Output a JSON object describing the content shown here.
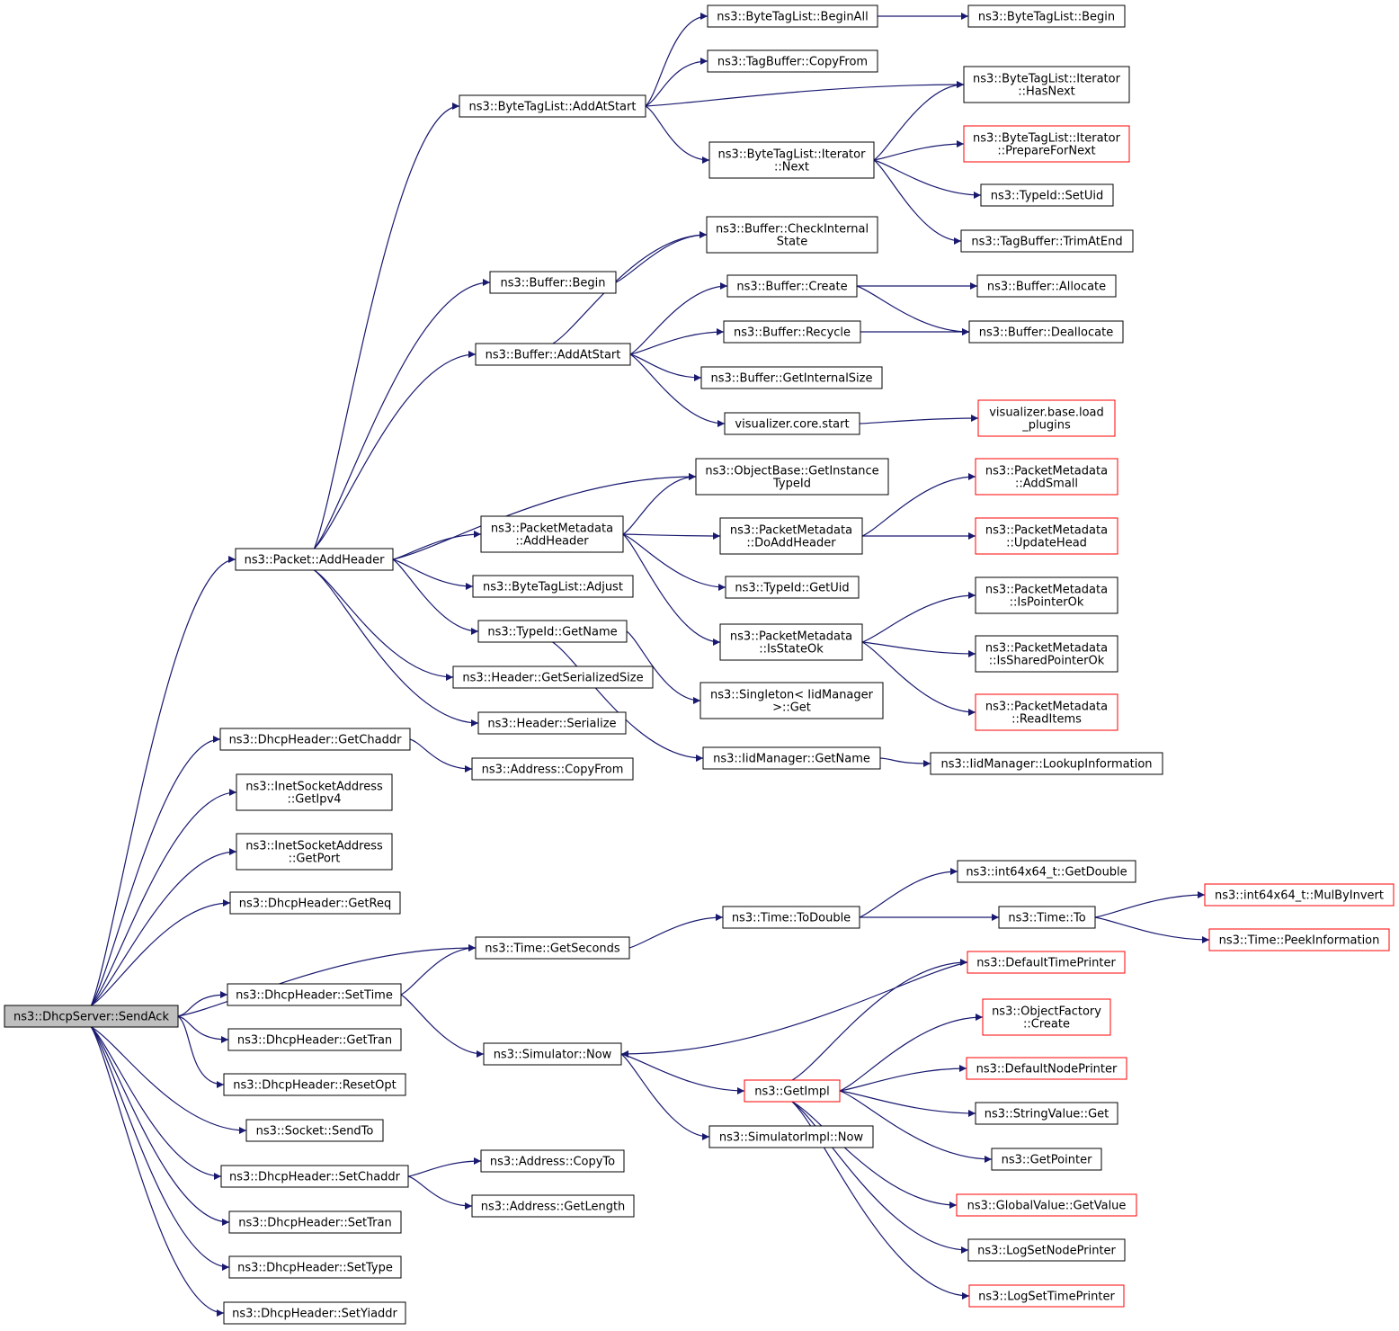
{
  "colors": {
    "edge": "#191970",
    "border": "#000000",
    "border_truncated": "#ff0000",
    "root_fill": "#bfbfbf",
    "fill": "#ffffff"
  },
  "nodes": [
    {
      "id": "sendack",
      "lines": [
        "ns3::DhcpServer::SendAck"
      ],
      "style": "root"
    },
    {
      "id": "bytetaglist_beginall",
      "lines": [
        "ns3::ByteTagList::BeginAll"
      ],
      "style": "normal"
    },
    {
      "id": "bytetaglist_begin",
      "lines": [
        "ns3::ByteTagList::Begin"
      ],
      "style": "normal"
    },
    {
      "id": "tagbuffer_copyfrom",
      "lines": [
        "ns3::TagBuffer::CopyFrom"
      ],
      "style": "normal"
    },
    {
      "id": "bytetaglist_addatstart",
      "lines": [
        "ns3::ByteTagList::AddAtStart"
      ],
      "style": "normal"
    },
    {
      "id": "iterator_hasnext",
      "lines": [
        "ns3::ByteTagList::Iterator",
        "::HasNext"
      ],
      "style": "normal"
    },
    {
      "id": "iterator_next",
      "lines": [
        "ns3::ByteTagList::Iterator",
        "::Next"
      ],
      "style": "normal"
    },
    {
      "id": "iterator_preparefornext",
      "lines": [
        "ns3::ByteTagList::Iterator",
        "::PrepareForNext"
      ],
      "style": "truncated"
    },
    {
      "id": "typeid_setuid",
      "lines": [
        "ns3::TypeId::SetUid"
      ],
      "style": "normal"
    },
    {
      "id": "tagbuffer_trimatend",
      "lines": [
        "ns3::TagBuffer::TrimAtEnd"
      ],
      "style": "normal"
    },
    {
      "id": "buffer_checkinternalstate",
      "lines": [
        "ns3::Buffer::CheckInternal",
        "State"
      ],
      "style": "normal"
    },
    {
      "id": "buffer_begin",
      "lines": [
        "ns3::Buffer::Begin"
      ],
      "style": "normal"
    },
    {
      "id": "buffer_create",
      "lines": [
        "ns3::Buffer::Create"
      ],
      "style": "normal"
    },
    {
      "id": "buffer_allocate",
      "lines": [
        "ns3::Buffer::Allocate"
      ],
      "style": "normal"
    },
    {
      "id": "buffer_recycle",
      "lines": [
        "ns3::Buffer::Recycle"
      ],
      "style": "normal"
    },
    {
      "id": "buffer_deallocate",
      "lines": [
        "ns3::Buffer::Deallocate"
      ],
      "style": "normal"
    },
    {
      "id": "buffer_addatstart",
      "lines": [
        "ns3::Buffer::AddAtStart"
      ],
      "style": "normal"
    },
    {
      "id": "buffer_getinternalsize",
      "lines": [
        "ns3::Buffer::GetInternalSize"
      ],
      "style": "normal"
    },
    {
      "id": "vis_core_start",
      "lines": [
        "visualizer.core.start"
      ],
      "style": "normal"
    },
    {
      "id": "vis_base_load_plugins",
      "lines": [
        "visualizer.base.load",
        "_plugins"
      ],
      "style": "truncated"
    },
    {
      "id": "objectbase_getinstancetypeid",
      "lines": [
        "ns3::ObjectBase::GetInstance",
        "TypeId"
      ],
      "style": "normal"
    },
    {
      "id": "packetmetadata_addsmall",
      "lines": [
        "ns3::PacketMetadata",
        "::AddSmall"
      ],
      "style": "truncated"
    },
    {
      "id": "packetmetadata_addheader",
      "lines": [
        "ns3::PacketMetadata",
        "::AddHeader"
      ],
      "style": "normal"
    },
    {
      "id": "packetmetadata_doaddheader",
      "lines": [
        "ns3::PacketMetadata",
        "::DoAddHeader"
      ],
      "style": "normal"
    },
    {
      "id": "packetmetadata_updatehead",
      "lines": [
        "ns3::PacketMetadata",
        "::UpdateHead"
      ],
      "style": "truncated"
    },
    {
      "id": "packet_addheader",
      "lines": [
        "ns3::Packet::AddHeader"
      ],
      "style": "normal"
    },
    {
      "id": "bytetaglist_adjust",
      "lines": [
        "ns3::ByteTagList::Adjust"
      ],
      "style": "normal"
    },
    {
      "id": "typeid_getuid",
      "lines": [
        "ns3::TypeId::GetUid"
      ],
      "style": "normal"
    },
    {
      "id": "packetmetadata_ispointerok",
      "lines": [
        "ns3::PacketMetadata",
        "::IsPointerOk"
      ],
      "style": "normal"
    },
    {
      "id": "typeid_getname",
      "lines": [
        "ns3::TypeId::GetName"
      ],
      "style": "normal"
    },
    {
      "id": "packetmetadata_isstateok",
      "lines": [
        "ns3::PacketMetadata",
        "::IsStateOk"
      ],
      "style": "normal"
    },
    {
      "id": "packetmetadata_issharedpointerok",
      "lines": [
        "ns3::PacketMetadata",
        "::IsSharedPointerOk"
      ],
      "style": "normal"
    },
    {
      "id": "header_getserializedsize",
      "lines": [
        "ns3::Header::GetSerializedSize"
      ],
      "style": "normal"
    },
    {
      "id": "singleton_get",
      "lines": [
        "ns3::Singleton< IidManager",
        ">::Get"
      ],
      "style": "normal"
    },
    {
      "id": "packetmetadata_readitems",
      "lines": [
        "ns3::PacketMetadata",
        "::ReadItems"
      ],
      "style": "truncated"
    },
    {
      "id": "header_serialize",
      "lines": [
        "ns3::Header::Serialize"
      ],
      "style": "normal"
    },
    {
      "id": "dhcpheader_getchaddr",
      "lines": [
        "ns3::DhcpHeader::GetChaddr"
      ],
      "style": "normal"
    },
    {
      "id": "iidmanager_getname",
      "lines": [
        "ns3::IidManager::GetName"
      ],
      "style": "normal"
    },
    {
      "id": "iidmanager_lookupinformation",
      "lines": [
        "ns3::IidManager::LookupInformation"
      ],
      "style": "normal"
    },
    {
      "id": "address_copyfrom",
      "lines": [
        "ns3::Address::CopyFrom"
      ],
      "style": "normal"
    },
    {
      "id": "inetsocketaddress_getipv4",
      "lines": [
        "ns3::InetSocketAddress",
        "::GetIpv4"
      ],
      "style": "normal"
    },
    {
      "id": "inetsocketaddress_getport",
      "lines": [
        "ns3::InetSocketAddress",
        "::GetPort"
      ],
      "style": "normal"
    },
    {
      "id": "int64x64_getdouble",
      "lines": [
        "ns3::int64x64_t::GetDouble"
      ],
      "style": "normal"
    },
    {
      "id": "dhcpheader_getreq",
      "lines": [
        "ns3::DhcpHeader::GetReq"
      ],
      "style": "normal"
    },
    {
      "id": "int64x64_mulbyinvert",
      "lines": [
        "ns3::int64x64_t::MulByInvert"
      ],
      "style": "truncated"
    },
    {
      "id": "time_todouble",
      "lines": [
        "ns3::Time::ToDouble"
      ],
      "style": "normal"
    },
    {
      "id": "time_to",
      "lines": [
        "ns3::Time::To"
      ],
      "style": "normal"
    },
    {
      "id": "time_peekinformation",
      "lines": [
        "ns3::Time::PeekInformation"
      ],
      "style": "truncated"
    },
    {
      "id": "time_getseconds",
      "lines": [
        "ns3::Time::GetSeconds"
      ],
      "style": "normal"
    },
    {
      "id": "defaulttimeprinter",
      "lines": [
        "ns3::DefaultTimePrinter"
      ],
      "style": "truncated"
    },
    {
      "id": "dhcpheader_settime",
      "lines": [
        "ns3::DhcpHeader::SetTime"
      ],
      "style": "normal"
    },
    {
      "id": "objectfactory_create",
      "lines": [
        "ns3::ObjectFactory",
        "::Create"
      ],
      "style": "truncated"
    },
    {
      "id": "dhcpheader_gettran",
      "lines": [
        "ns3::DhcpHeader::GetTran"
      ],
      "style": "normal"
    },
    {
      "id": "simulator_now",
      "lines": [
        "ns3::Simulator::Now"
      ],
      "style": "normal"
    },
    {
      "id": "defaultnodeprinter",
      "lines": [
        "ns3::DefaultNodePrinter"
      ],
      "style": "truncated"
    },
    {
      "id": "dhcpheader_resetopt",
      "lines": [
        "ns3::DhcpHeader::ResetOpt"
      ],
      "style": "normal"
    },
    {
      "id": "getimpl",
      "lines": [
        "ns3::GetImpl"
      ],
      "style": "truncated"
    },
    {
      "id": "stringvalue_get",
      "lines": [
        "ns3::StringValue::Get"
      ],
      "style": "normal"
    },
    {
      "id": "socket_sendto",
      "lines": [
        "ns3::Socket::SendTo"
      ],
      "style": "normal"
    },
    {
      "id": "simulatorimpl_now",
      "lines": [
        "ns3::SimulatorImpl::Now"
      ],
      "style": "normal"
    },
    {
      "id": "getpointer",
      "lines": [
        "ns3::GetPointer"
      ],
      "style": "normal"
    },
    {
      "id": "address_copyto",
      "lines": [
        "ns3::Address::CopyTo"
      ],
      "style": "normal"
    },
    {
      "id": "dhcpheader_setchaddr",
      "lines": [
        "ns3::DhcpHeader::SetChaddr"
      ],
      "style": "normal"
    },
    {
      "id": "address_getlength",
      "lines": [
        "ns3::Address::GetLength"
      ],
      "style": "normal"
    },
    {
      "id": "globalvalue_getvalue",
      "lines": [
        "ns3::GlobalValue::GetValue"
      ],
      "style": "truncated"
    },
    {
      "id": "dhcpheader_settran",
      "lines": [
        "ns3::DhcpHeader::SetTran"
      ],
      "style": "normal"
    },
    {
      "id": "logsetnodeprinter",
      "lines": [
        "ns3::LogSetNodePrinter"
      ],
      "style": "normal"
    },
    {
      "id": "dhcpheader_settype",
      "lines": [
        "ns3::DhcpHeader::SetType"
      ],
      "style": "normal"
    },
    {
      "id": "logsettimeprinter",
      "lines": [
        "ns3::LogSetTimePrinter"
      ],
      "style": "truncated"
    },
    {
      "id": "dhcpheader_setyiaddr",
      "lines": [
        "ns3::DhcpHeader::SetYiaddr"
      ],
      "style": "normal"
    }
  ],
  "edges": [
    [
      "sendack",
      "packet_addheader"
    ],
    [
      "sendack",
      "dhcpheader_getchaddr"
    ],
    [
      "sendack",
      "inetsocketaddress_getipv4"
    ],
    [
      "sendack",
      "inetsocketaddress_getport"
    ],
    [
      "sendack",
      "dhcpheader_getreq"
    ],
    [
      "sendack",
      "time_getseconds"
    ],
    [
      "sendack",
      "dhcpheader_settime"
    ],
    [
      "sendack",
      "dhcpheader_gettran"
    ],
    [
      "sendack",
      "dhcpheader_resetopt"
    ],
    [
      "sendack",
      "socket_sendto"
    ],
    [
      "sendack",
      "dhcpheader_setchaddr"
    ],
    [
      "sendack",
      "dhcpheader_settran"
    ],
    [
      "sendack",
      "dhcpheader_settype"
    ],
    [
      "sendack",
      "dhcpheader_setyiaddr"
    ],
    [
      "packet_addheader",
      "bytetaglist_addatstart"
    ],
    [
      "packet_addheader",
      "buffer_begin"
    ],
    [
      "packet_addheader",
      "buffer_addatstart"
    ],
    [
      "packet_addheader",
      "objectbase_getinstancetypeid"
    ],
    [
      "packet_addheader",
      "packetmetadata_addheader"
    ],
    [
      "packet_addheader",
      "bytetaglist_adjust"
    ],
    [
      "packet_addheader",
      "typeid_getname"
    ],
    [
      "packet_addheader",
      "header_getserializedsize"
    ],
    [
      "packet_addheader",
      "header_serialize"
    ],
    [
      "bytetaglist_addatstart",
      "bytetaglist_beginall"
    ],
    [
      "bytetaglist_addatstart",
      "tagbuffer_copyfrom"
    ],
    [
      "bytetaglist_addatstart",
      "iterator_hasnext"
    ],
    [
      "bytetaglist_addatstart",
      "iterator_next"
    ],
    [
      "bytetaglist_beginall",
      "bytetaglist_begin"
    ],
    [
      "iterator_next",
      "iterator_hasnext"
    ],
    [
      "iterator_next",
      "iterator_preparefornext"
    ],
    [
      "iterator_next",
      "typeid_setuid"
    ],
    [
      "iterator_next",
      "tagbuffer_trimatend"
    ],
    [
      "buffer_begin",
      "buffer_checkinternalstate"
    ],
    [
      "buffer_addatstart",
      "buffer_checkinternalstate"
    ],
    [
      "buffer_addatstart",
      "buffer_create"
    ],
    [
      "buffer_addatstart",
      "buffer_recycle"
    ],
    [
      "buffer_addatstart",
      "buffer_getinternalsize"
    ],
    [
      "buffer_addatstart",
      "vis_core_start"
    ],
    [
      "buffer_create",
      "buffer_allocate"
    ],
    [
      "buffer_create",
      "buffer_deallocate"
    ],
    [
      "buffer_recycle",
      "buffer_deallocate"
    ],
    [
      "vis_core_start",
      "vis_base_load_plugins"
    ],
    [
      "packetmetadata_addheader",
      "objectbase_getinstancetypeid"
    ],
    [
      "packetmetadata_addheader",
      "packetmetadata_doaddheader"
    ],
    [
      "packetmetadata_addheader",
      "typeid_getuid"
    ],
    [
      "packetmetadata_addheader",
      "packetmetadata_isstateok"
    ],
    [
      "packetmetadata_doaddheader",
      "packetmetadata_addsmall"
    ],
    [
      "packetmetadata_doaddheader",
      "packetmetadata_updatehead"
    ],
    [
      "packetmetadata_isstateok",
      "packetmetadata_ispointerok"
    ],
    [
      "packetmetadata_isstateok",
      "packetmetadata_issharedpointerok"
    ],
    [
      "packetmetadata_isstateok",
      "packetmetadata_readitems"
    ],
    [
      "typeid_getname",
      "singleton_get"
    ],
    [
      "typeid_getname",
      "iidmanager_getname"
    ],
    [
      "iidmanager_getname",
      "iidmanager_lookupinformation"
    ],
    [
      "dhcpheader_getchaddr",
      "address_copyfrom"
    ],
    [
      "time_getseconds",
      "time_todouble"
    ],
    [
      "time_todouble",
      "int64x64_getdouble"
    ],
    [
      "time_todouble",
      "time_to"
    ],
    [
      "time_to",
      "int64x64_mulbyinvert"
    ],
    [
      "time_to",
      "time_peekinformation"
    ],
    [
      "dhcpheader_settime",
      "time_getseconds"
    ],
    [
      "dhcpheader_settime",
      "simulator_now"
    ],
    [
      "simulator_now",
      "getimpl"
    ],
    [
      "simulator_now",
      "simulatorimpl_now"
    ],
    [
      "defaulttimeprinter",
      "simulator_now"
    ],
    [
      "getimpl",
      "defaulttimeprinter"
    ],
    [
      "getimpl",
      "objectfactory_create"
    ],
    [
      "getimpl",
      "defaultnodeprinter"
    ],
    [
      "getimpl",
      "stringvalue_get"
    ],
    [
      "getimpl",
      "getpointer"
    ],
    [
      "getimpl",
      "globalvalue_getvalue"
    ],
    [
      "getimpl",
      "logsetnodeprinter"
    ],
    [
      "getimpl",
      "logsettimeprinter"
    ],
    [
      "dhcpheader_setchaddr",
      "address_copyto"
    ],
    [
      "dhcpheader_setchaddr",
      "address_getlength"
    ]
  ]
}
